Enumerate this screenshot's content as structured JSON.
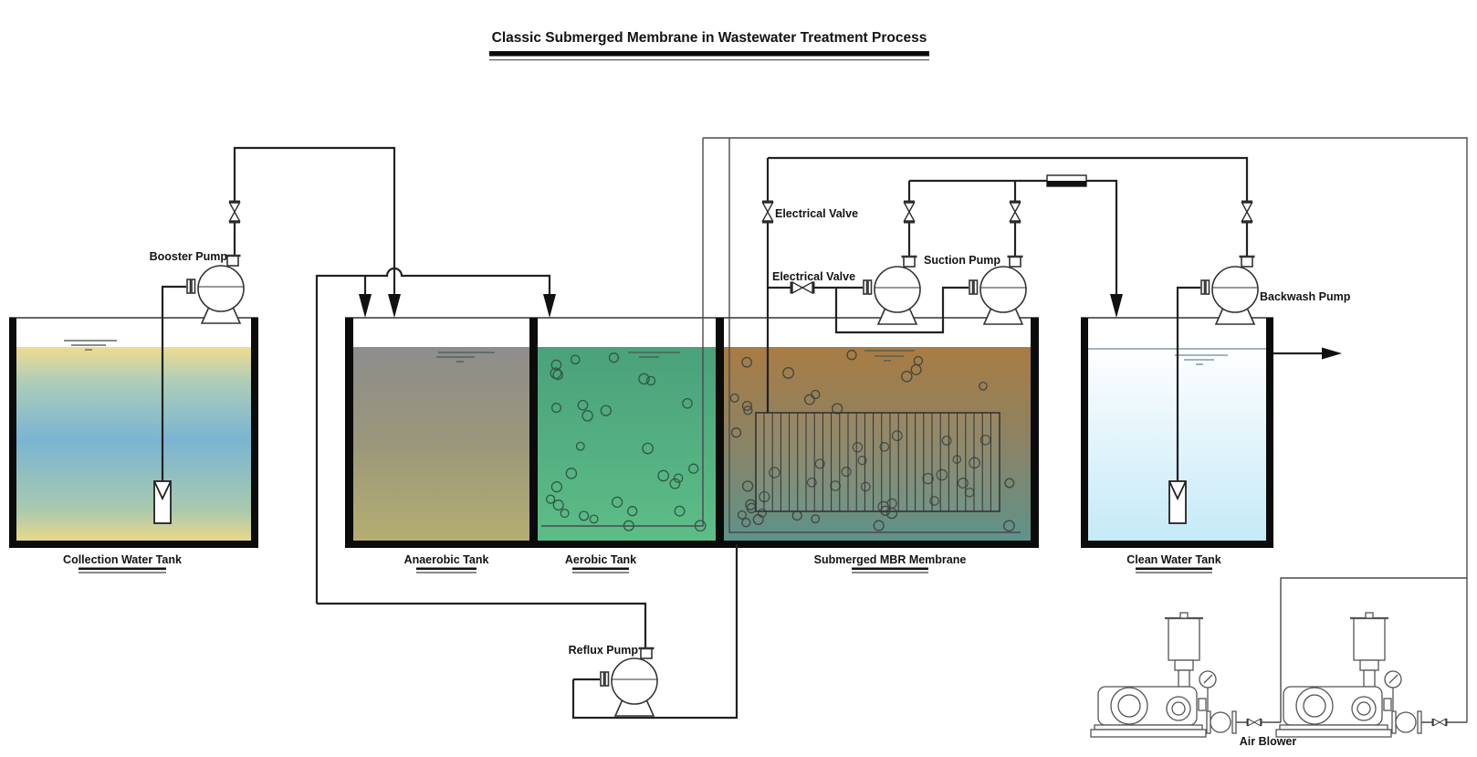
{
  "title": "Classic Submerged Membrane in Wastewater Treatment Process",
  "tanks": {
    "collection": {
      "label": "Collection Water Tank"
    },
    "anaerobic": {
      "label": "Anaerobic Tank"
    },
    "aerobic": {
      "label": "Aerobic Tank"
    },
    "mbr": {
      "label": "Submerged MBR Membrane"
    },
    "clean": {
      "label": "Clean Water Tank"
    }
  },
  "equipment": {
    "booster_pump": {
      "label": "Booster Pump"
    },
    "suction_pump": {
      "label": "Suction Pump"
    },
    "backwash_pump": {
      "label": "Backwash Pump"
    },
    "reflux_pump": {
      "label": "Reflux Pump"
    },
    "air_blower": {
      "label": "Air Blower"
    },
    "electrical_valve_backwash": {
      "label": "Electrical Valve"
    },
    "electrical_valve_suction": {
      "label": "Electrical Valve"
    }
  },
  "colors": {
    "pipe": "#222222",
    "air_pipe": "#4a4a4a",
    "wall": "#0b0b0b",
    "outline": "#333333",
    "arrow": "#111111",
    "collection": [
      "#eedc8f",
      "#aecdb9",
      "#7ab5d3",
      "#a9c9ae",
      "#e9d88c"
    ],
    "anaerobic": [
      "#8d8d8b",
      "#9b977b",
      "#b4ae71"
    ],
    "aerobic": [
      "#4aa17b",
      "#5dbd87"
    ],
    "mbr": [
      "#a97c43",
      "#8b8365",
      "#5e938b"
    ],
    "clean": [
      "#ffffff",
      "#eaf7fc",
      "#c5eaf8"
    ],
    "bubble_aerobic": "#2f5a46",
    "bubble_mbr": "#41463f"
  }
}
